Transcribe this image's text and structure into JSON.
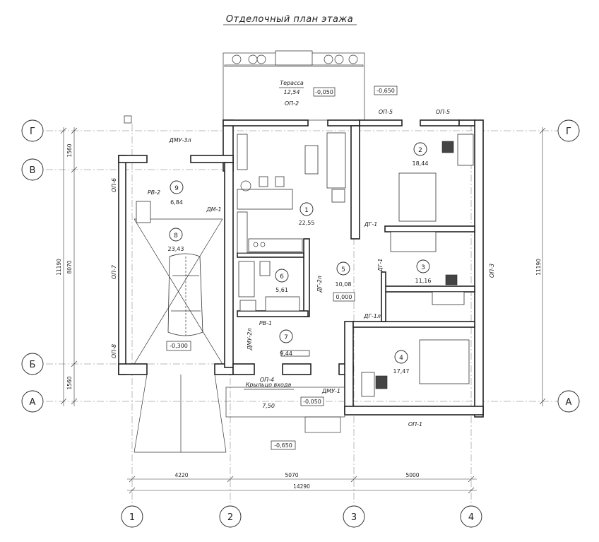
{
  "title": "Отделочный план этажа",
  "axes": {
    "rows": [
      "Г",
      "В",
      "Б",
      "А"
    ],
    "cols": [
      "1",
      "2",
      "3",
      "4"
    ]
  },
  "dimensions": {
    "top_left_a": "1560",
    "top_left_b": "8070",
    "top_left_c": "1560",
    "left_total": "11190",
    "right_total": "11190",
    "bottom_1": "4220",
    "bottom_2": "5070",
    "bottom_3": "5000",
    "bottom_total": "14290"
  },
  "rooms": [
    {
      "num": "1",
      "area": "22,55"
    },
    {
      "num": "2",
      "area": "18,44"
    },
    {
      "num": "3",
      "area": "11,16"
    },
    {
      "num": "4",
      "area": "17,47"
    },
    {
      "num": "5",
      "area": "10,08"
    },
    {
      "num": "6",
      "area": "5,61"
    },
    {
      "num": "7",
      "area": "9,44"
    },
    {
      "num": "8",
      "area": "23,43"
    },
    {
      "num": "9",
      "area": "6,84"
    }
  ],
  "terrace": {
    "name": "Терасса",
    "area": "12,54"
  },
  "porch": {
    "name": "Крыльцо входа",
    "area": "7,50"
  },
  "levels": {
    "terrace": "-0,050",
    "outside_ne": "-0,650",
    "hall": "0,000",
    "garage": "-0,300",
    "porch": "-0,050",
    "outside_s": "-0,650"
  },
  "openings": {
    "op2": "ОП-2",
    "op5a": "ОП-5",
    "op5b": "ОП-5",
    "op6": "ОП-6",
    "op7": "ОП-7",
    "op8": "ОП-8",
    "op3": "ОП-3",
    "op4": "ОП-4",
    "op1": "ОП-1",
    "dmu3l": "ДМУ-3л",
    "dm1": "ДМ-1",
    "dg1a": "ДГ-1",
    "dg1b": "ДГ-1",
    "dg2l": "ДГ-2л",
    "dg1l": "ДГ-1л",
    "dmu2l": "ДМУ-2л",
    "dmu1": "ДМУ-1",
    "rv2": "РВ-2",
    "rv1": "РВ-1"
  }
}
